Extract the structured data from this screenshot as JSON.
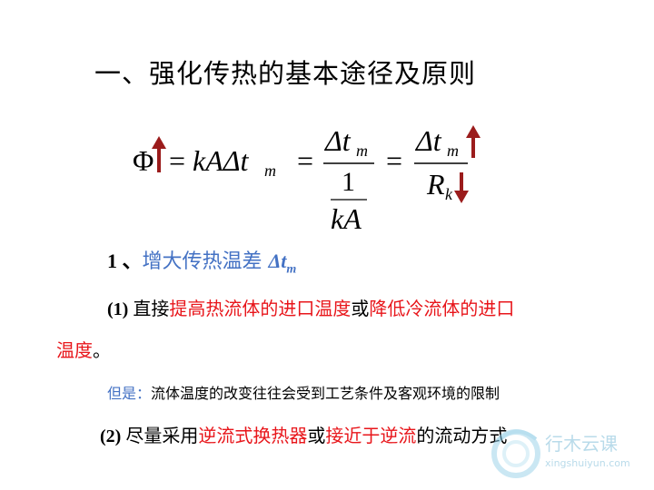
{
  "title": "一、强化传热的基本途径及原则",
  "formula": {
    "phi": "Φ",
    "eq1_rhs": "kAΔt",
    "sub_m": "m",
    "delta_t": "Δt",
    "one": "1",
    "kA": "kA",
    "R": "R",
    "sub_k": "k"
  },
  "section1": {
    "number": "1 、",
    "heading": "增大传热温差 ",
    "dt": "Δt",
    "dt_sub": "m"
  },
  "item1": {
    "label": "(1) ",
    "text1": "直接",
    "red1": "提高热流体的进口温度",
    "text2": "或",
    "red2a": "降低冷流体的进口",
    "red2b": "温度",
    "end": "。"
  },
  "note": {
    "label": "但是：",
    "text": "流体温度的改变往往会受到工艺条件及客观环境的限制"
  },
  "item2": {
    "label": "(2) ",
    "text1": "尽量采用",
    "red1": "逆流式换热器",
    "text2": "或",
    "red2": "接近于逆流",
    "text3": "的流动方式"
  },
  "watermark": {
    "brand": "行木云课",
    "url": "xingshuiyun.com"
  }
}
